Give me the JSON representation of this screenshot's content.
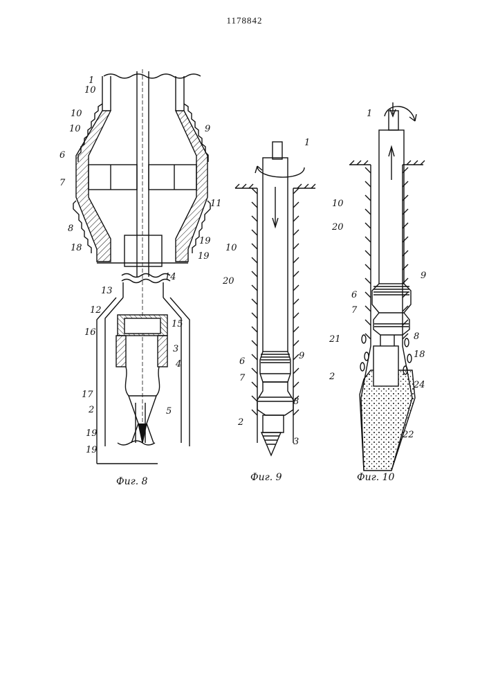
{
  "document": {
    "patent_number": "1178842",
    "figures": [
      {
        "caption": "Фиг. 8",
        "labels": [
          "1",
          "10",
          "10",
          "10",
          "6",
          "7",
          "8",
          "18",
          "9",
          "11",
          "19",
          "19",
          "14",
          "13",
          "12",
          "16",
          "15",
          "3",
          "4",
          "17",
          "2",
          "5",
          "19",
          "19"
        ]
      },
      {
        "caption": "Фиг. 9",
        "labels": [
          "1",
          "10",
          "20",
          "6",
          "9",
          "7",
          "8",
          "2",
          "3"
        ]
      },
      {
        "caption": "Фиг. 10",
        "labels": [
          "1",
          "10",
          "20",
          "9",
          "6",
          "7",
          "8",
          "21",
          "18",
          "2",
          "24",
          "22"
        ]
      }
    ]
  },
  "colors": {
    "ink": "#111111",
    "paper": "#ffffff"
  }
}
